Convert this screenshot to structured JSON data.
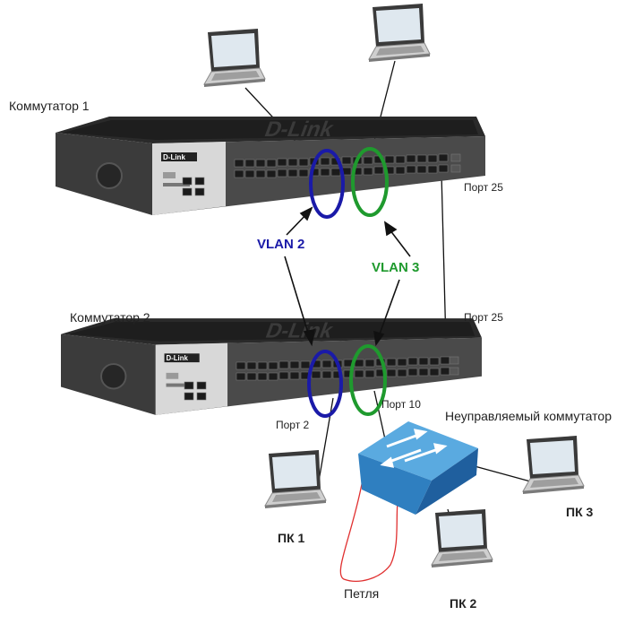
{
  "switch1": {
    "label": "Коммутатор 1",
    "brand": "D-Link",
    "port25_label": "Порт 25"
  },
  "switch2": {
    "label": "Коммутатор 2",
    "brand": "D-Link",
    "port25_label": "Порт 25",
    "port2_label": "Порт 2",
    "port10_label": "Порт 10"
  },
  "vlans": [
    {
      "name": "VLAN 2",
      "color": "#1a1aa8"
    },
    {
      "name": "VLAN 3",
      "color": "#1f9a2e"
    }
  ],
  "unmanaged_switch": {
    "label": "Неуправляемый коммутатор"
  },
  "pcs": {
    "pc1": "ПК 1",
    "pc2": "ПК 2",
    "pc3": "ПК 3"
  },
  "loop": {
    "label": "Петля",
    "color": "#e03030"
  },
  "icons": [
    "laptop-icon",
    "managed-switch-icon",
    "unmanaged-switch-icon"
  ]
}
